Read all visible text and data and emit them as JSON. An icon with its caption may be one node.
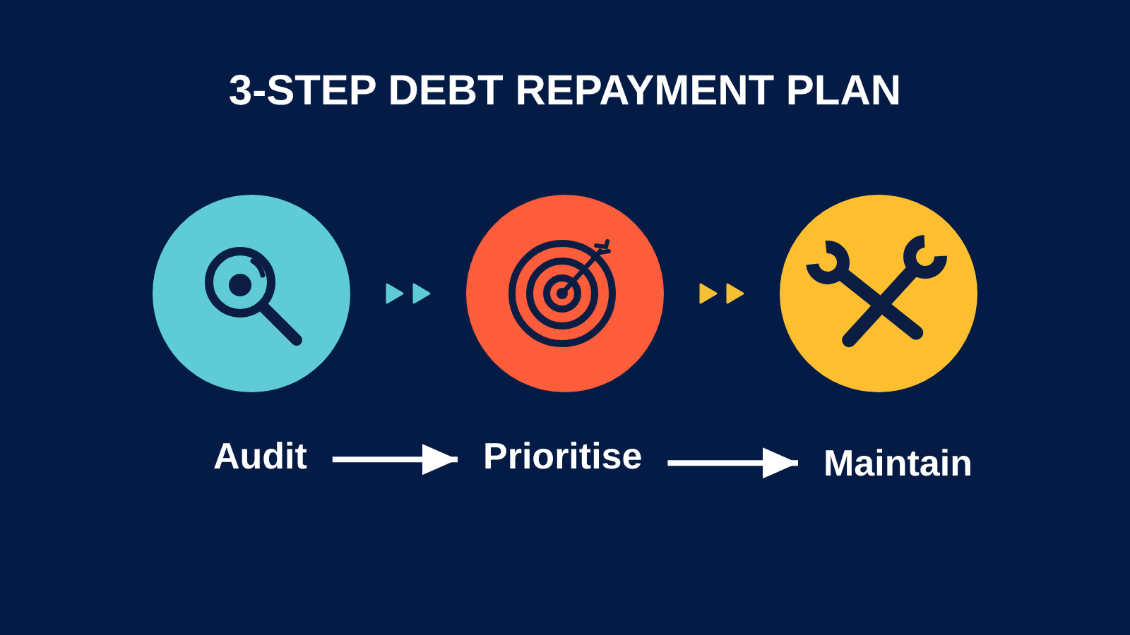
{
  "diagram": {
    "title": "3-STEP DEBT REPAYMENT PLAN",
    "nodes": [
      {
        "text": [],
        "shape": "circle"
      },
      {
        "text": [],
        "shape": "circle"
      },
      {
        "text": [],
        "shape": "circle"
      },
      {
        "text": [
          "Audit"
        ]
      },
      {
        "text": [
          "Prioritise"
        ]
      },
      {
        "text": [
          "Maintain"
        ]
      }
    ],
    "edges": [
      {
        "from": 0,
        "to": 1,
        "arrow": "to",
        "color": "#5ecad6"
      },
      {
        "from": 1,
        "to": 2,
        "arrow": "to",
        "color": "#f5c033"
      },
      {
        "from": 3,
        "to": 4,
        "arrow": "to"
      },
      {
        "from": 4,
        "to": 5,
        "arrow": "to"
      }
    ]
  }
}
